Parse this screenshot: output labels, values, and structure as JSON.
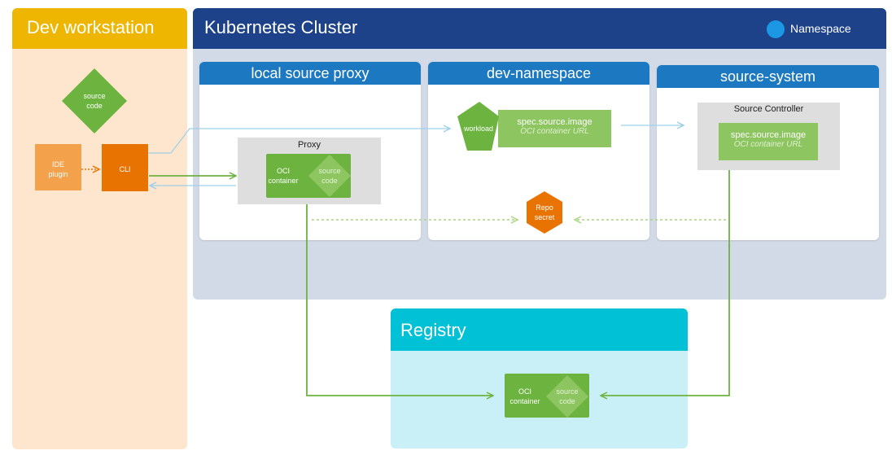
{
  "dev_workstation": {
    "title": "Dev workstation",
    "source_code": "source\ncode",
    "ide_plugin": "IDE\nplugin",
    "cli": "CLI"
  },
  "cluster": {
    "title": "Kubernetes Cluster",
    "legend_label": "Namespace"
  },
  "namespaces": {
    "local_source_proxy": {
      "title": "local source proxy",
      "proxy_title": "Proxy",
      "oci_label": "OCI\ncontainer",
      "source_label": "source\ncode"
    },
    "dev_namespace": {
      "title": "dev-namespace",
      "workload_label": "workload",
      "spec_main": "spec.source.image",
      "spec_sub": "OCI container URL",
      "repo_secret": "Repo\nsecret"
    },
    "source_system": {
      "title": "source-system",
      "controller_title": "Source Controller",
      "spec_main": "spec.source.image",
      "spec_sub": "OCI container URL"
    }
  },
  "registry": {
    "title": "Registry",
    "oci_label": "OCI\ncontainer",
    "source_label": "source\ncode"
  },
  "colors": {
    "dev_header": "#eeb600",
    "dev_body": "#fde6cd",
    "cluster_header": "#1d428a",
    "cluster_body": "#d3dae7",
    "namespace_header": "#1c78c0",
    "registry_header": "#00c1d5",
    "registry_body": "#c9f0f6",
    "green": "#6db33f",
    "light_green": "#8dc560",
    "orange": "#e97300",
    "light_orange": "#f3a14b",
    "light_blue_arrow": "#9fd0ea"
  }
}
